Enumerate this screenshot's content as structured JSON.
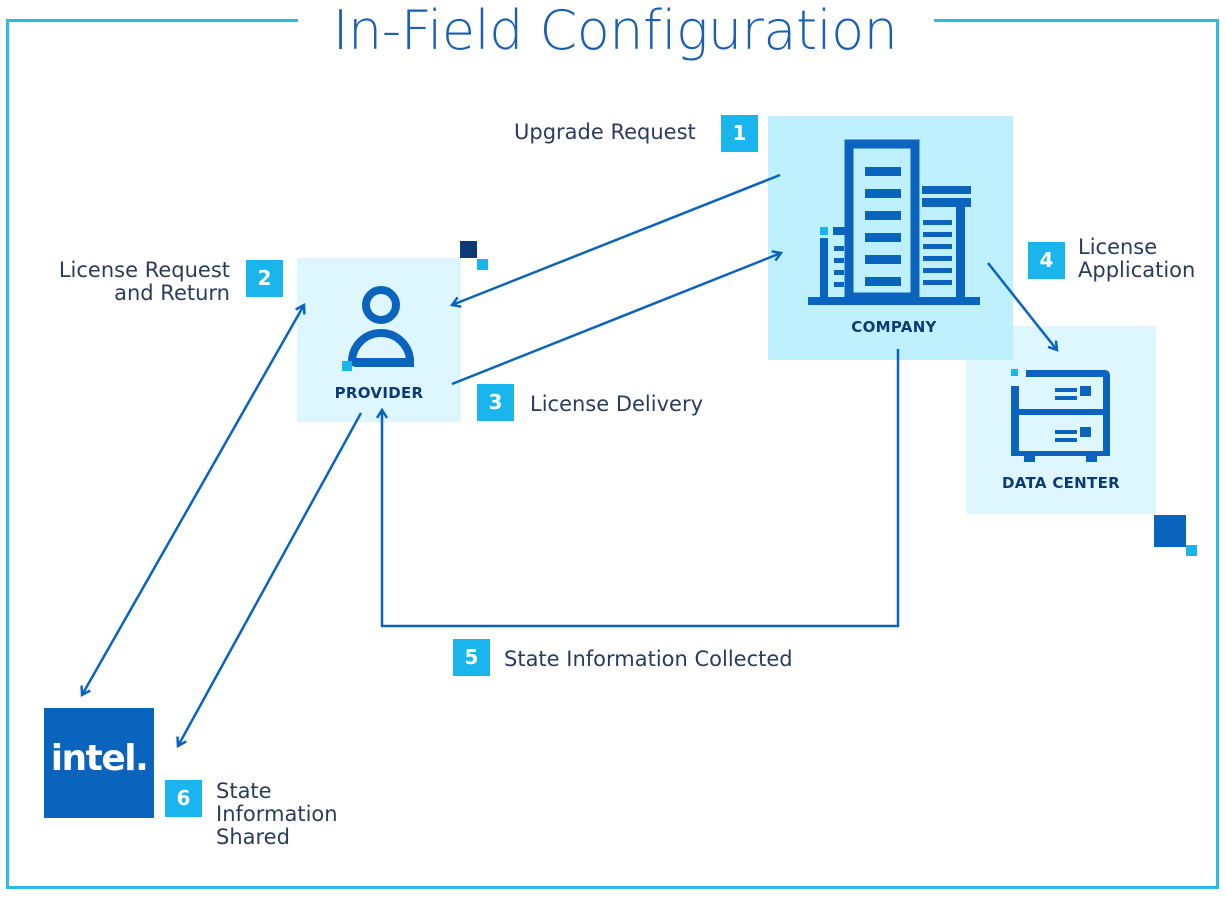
{
  "title": "In-Field Configuration",
  "colors": {
    "frame": "#2bbbe6",
    "primary_blue": "#0a63bd",
    "dark_navy": "#0b3a75",
    "badge_cyan": "#1ab5ec",
    "company_panel": "#bff0fd",
    "provider_panel": "#def6fd",
    "datacenter_panel": "#def6fd"
  },
  "nodes": {
    "company": {
      "label": "COMPANY",
      "icon": "building-icon"
    },
    "provider": {
      "label": "PROVIDER",
      "icon": "person-icon"
    },
    "data_center": {
      "label": "DATA CENTER",
      "icon": "server-rack-icon"
    },
    "intel": {
      "label": "intel.",
      "icon": "intel-logo"
    }
  },
  "steps": [
    {
      "number": "1",
      "label": "Upgrade Request"
    },
    {
      "number": "2",
      "label_line1": "License Request",
      "label_line2": "and Return"
    },
    {
      "number": "3",
      "label": "License Delivery"
    },
    {
      "number": "4",
      "label_line1": "License",
      "label_line2": "Application"
    },
    {
      "number": "5",
      "label": "State Information Collected"
    },
    {
      "number": "6",
      "label_line1": "State",
      "label_line2": "Information",
      "label_line3": "Shared"
    }
  ],
  "flows": [
    {
      "from": "company",
      "to": "provider",
      "step": "1"
    },
    {
      "from": "provider",
      "to": "intel",
      "step": "2",
      "bidirectional": true
    },
    {
      "from": "provider",
      "to": "company",
      "step": "3"
    },
    {
      "from": "company",
      "to": "data_center",
      "step": "4"
    },
    {
      "from": "company",
      "to": "provider",
      "step": "5"
    },
    {
      "from": "provider",
      "to": "intel",
      "step": "6"
    }
  ]
}
